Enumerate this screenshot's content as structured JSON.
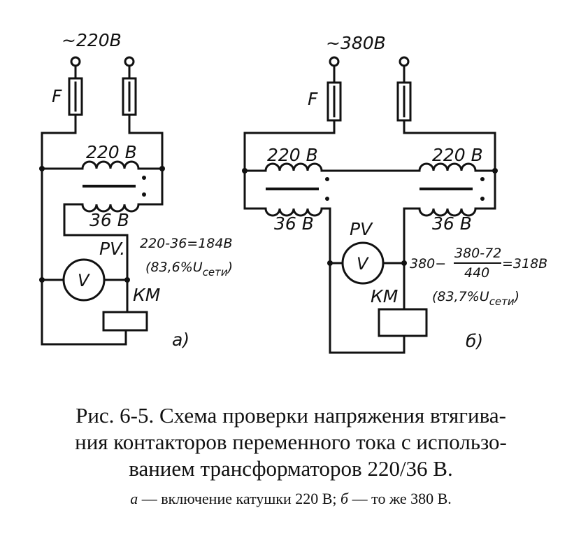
{
  "diagram": {
    "a": {
      "supply": "~220В",
      "fuse": "F",
      "primary": "220 В",
      "secondary": "36 В",
      "meter": "PV.",
      "meter_symbol": "V",
      "calc": "220-36=184В",
      "percent_prefix": "(83,6%U",
      "percent_sub": "сети",
      "percent_suffix": ")",
      "coil": "КМ",
      "tag": "а)"
    },
    "b": {
      "supply": "~380В",
      "fuse": "F",
      "primary_left": "220 В",
      "primary_right": "220 В",
      "secondary_left": "36 В",
      "secondary_right": "36 В",
      "meter": "PV",
      "meter_symbol": "V",
      "calc_prefix": "380−",
      "calc_num": "380-72",
      "calc_den": "440",
      "calc_result": "=318В",
      "percent_prefix": "(83,7%U",
      "percent_sub": "сети",
      "percent_suffix": ")",
      "coil": "КМ",
      "tag": "б)"
    }
  },
  "caption": {
    "line1": "Рис. 6-5. Схема проверки напряжения втягива-",
    "line2": "ния контакторов переменного тока с использо-",
    "line3": "ванием трансформаторов 220/36 В.",
    "legend_a": "а",
    "legend_a_text": " — включение катушки 220 В; ",
    "legend_b": "б",
    "legend_b_text": " — то же 380 В."
  }
}
